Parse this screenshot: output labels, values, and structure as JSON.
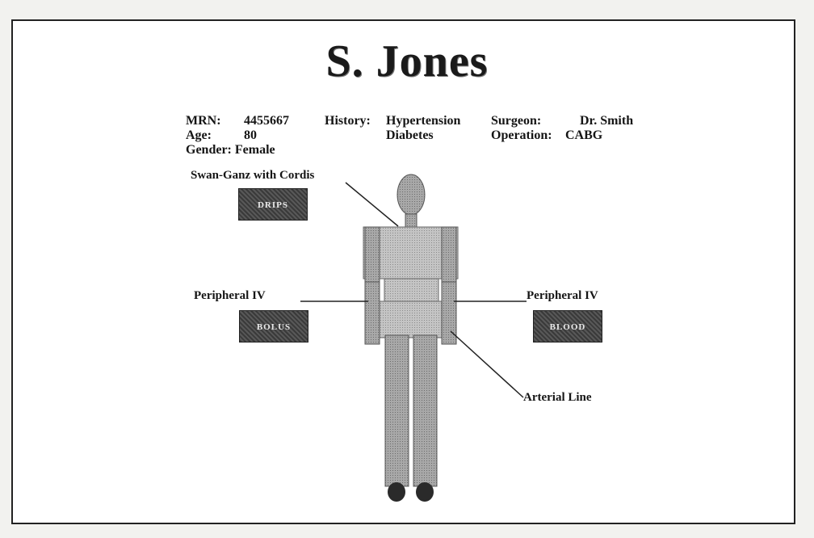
{
  "patient": {
    "name": "S. Jones",
    "mrn_label": "MRN:",
    "mrn": "4455667",
    "age_label": "Age:",
    "age": "80",
    "gender_label": "Gender:",
    "gender": "Female",
    "history_label": "History:",
    "history": [
      "Hypertension",
      "Diabetes"
    ],
    "surgeon_label": "Surgeon:",
    "surgeon": "Dr. Smith",
    "operation_label": "Operation:",
    "operation": "CABG"
  },
  "lines": {
    "swan_ganz": "Swan-Ganz with Cordis",
    "peripheral_iv_left": "Peripheral IV",
    "peripheral_iv_right": "Peripheral IV",
    "arterial": "Arterial Line"
  },
  "buttons": {
    "drips": "DRIPS",
    "bolus": "BOLUS",
    "blood": "BLOOD"
  },
  "colors": {
    "body": "#9a9a9a",
    "button": "#4a4a4a",
    "frame": "#222222"
  }
}
